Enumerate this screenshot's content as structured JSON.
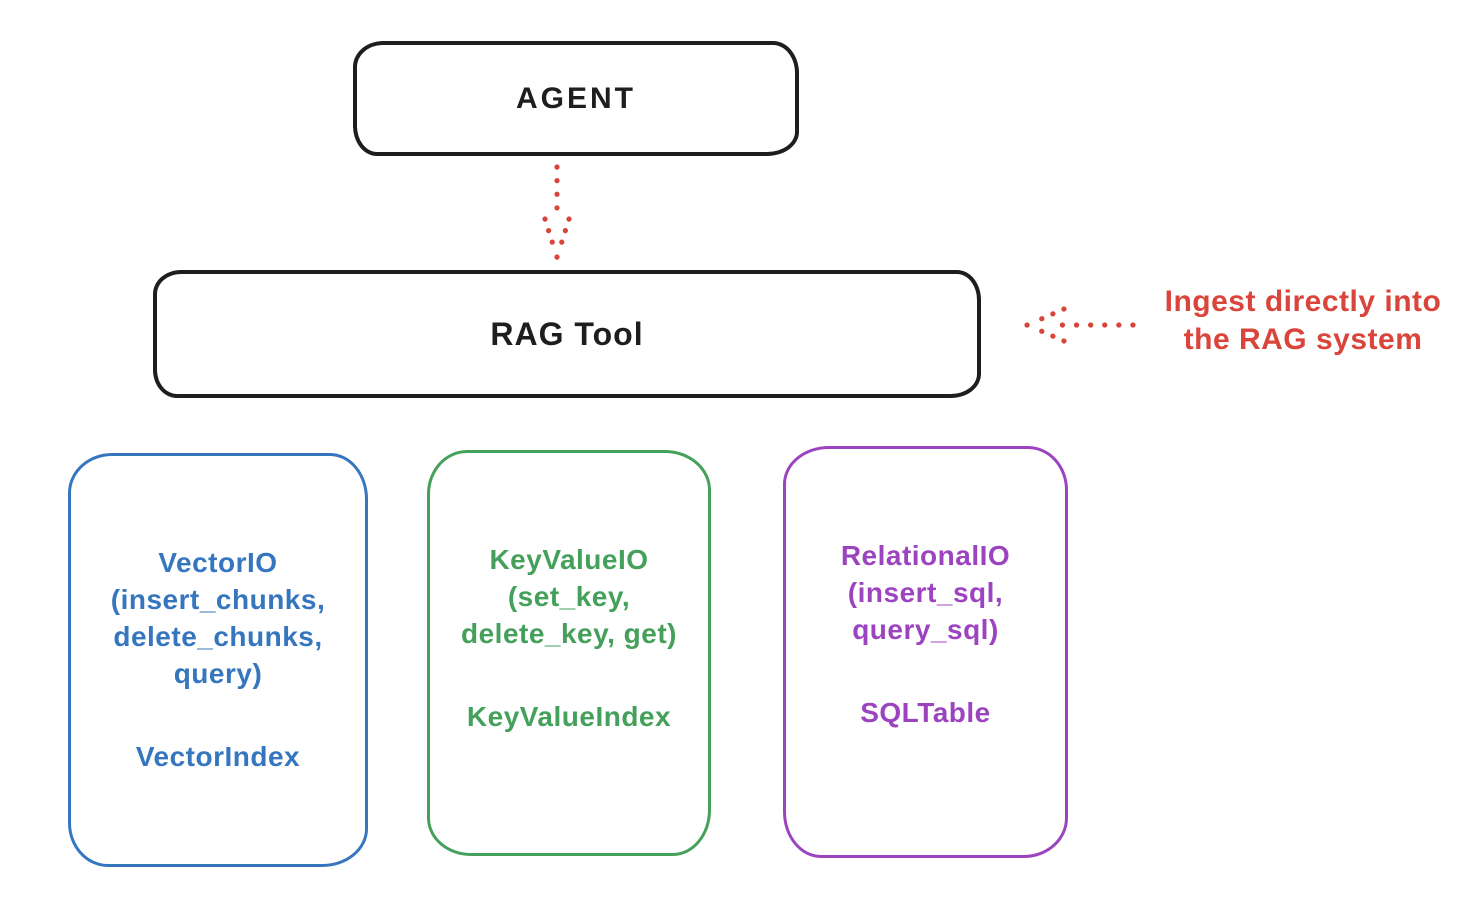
{
  "agent_box": {
    "label": "AGENT",
    "stroke": "#1e1e1e"
  },
  "rag_box": {
    "label": "RAG Tool",
    "stroke": "#1e1e1e"
  },
  "flow_arrow": {
    "color": "#d9443b"
  },
  "ingest_annotation": {
    "line1": "Ingest directly into",
    "line2": "the RAG system",
    "color": "#d9443b"
  },
  "io_boxes": [
    {
      "name": "vector-io",
      "color": "#3576be",
      "lines": [
        "VectorIO",
        "(insert_chunks,",
        "delete_chunks,",
        "query)"
      ],
      "index_label": "VectorIndex"
    },
    {
      "name": "keyvalue-io",
      "color": "#44a05a",
      "lines": [
        "KeyValueIO",
        "(set_key,",
        "delete_key, get)"
      ],
      "index_label": "KeyValueIndex"
    },
    {
      "name": "relational-io",
      "color": "#9c44bf",
      "lines": [
        "RelationalIO",
        "(insert_sql,",
        "query_sql)"
      ],
      "index_label": "SQLTable"
    }
  ]
}
